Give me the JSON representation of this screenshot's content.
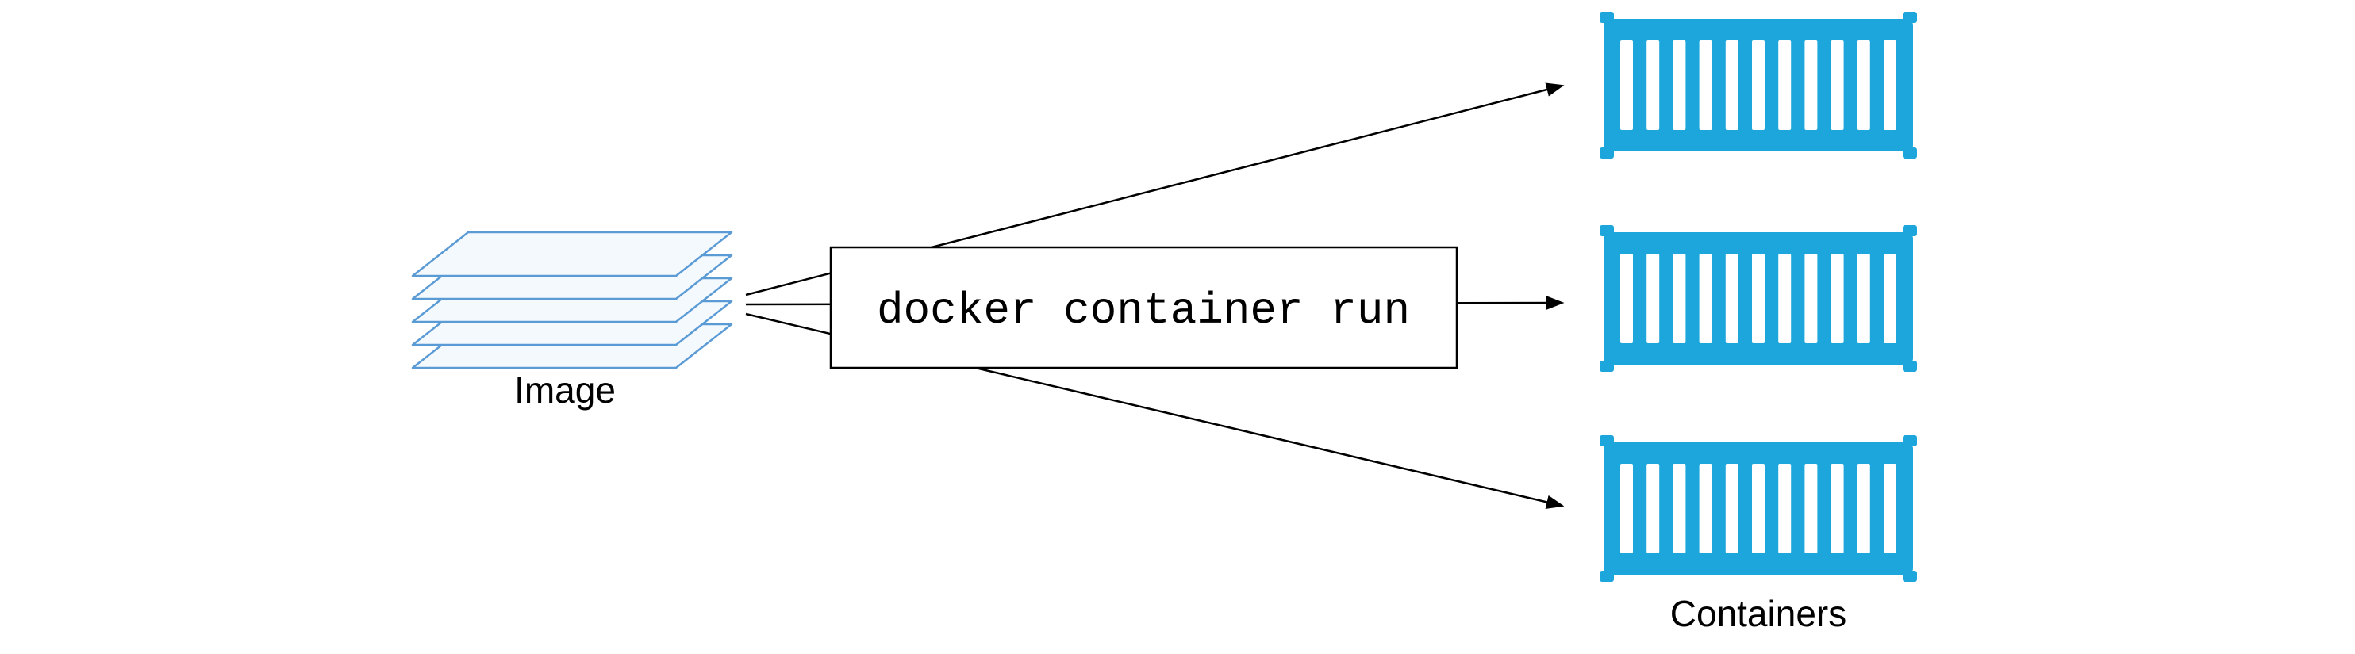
{
  "title": "Docker image to containers diagram",
  "diagram": {
    "image_node": {
      "label": "Image"
    },
    "command_box": {
      "label": "docker container run"
    },
    "containers_group": {
      "label": "Containers",
      "count": 3
    },
    "arrows": [
      "to-top-container",
      "to-middle-container",
      "to-bottom-container"
    ]
  },
  "icons": {
    "image_layers_icon": "stacked-layer-sheets",
    "container_icon": "shipping-container",
    "arrowhead_icon": "triangle-arrowhead"
  },
  "colors": {
    "background": "#ffffff",
    "container_blue": "#1ca6dc",
    "layer_stroke": "#5b9bd5",
    "layer_fill": "#f4f9fd",
    "line_black": "#000000",
    "text_black": "#000000"
  }
}
